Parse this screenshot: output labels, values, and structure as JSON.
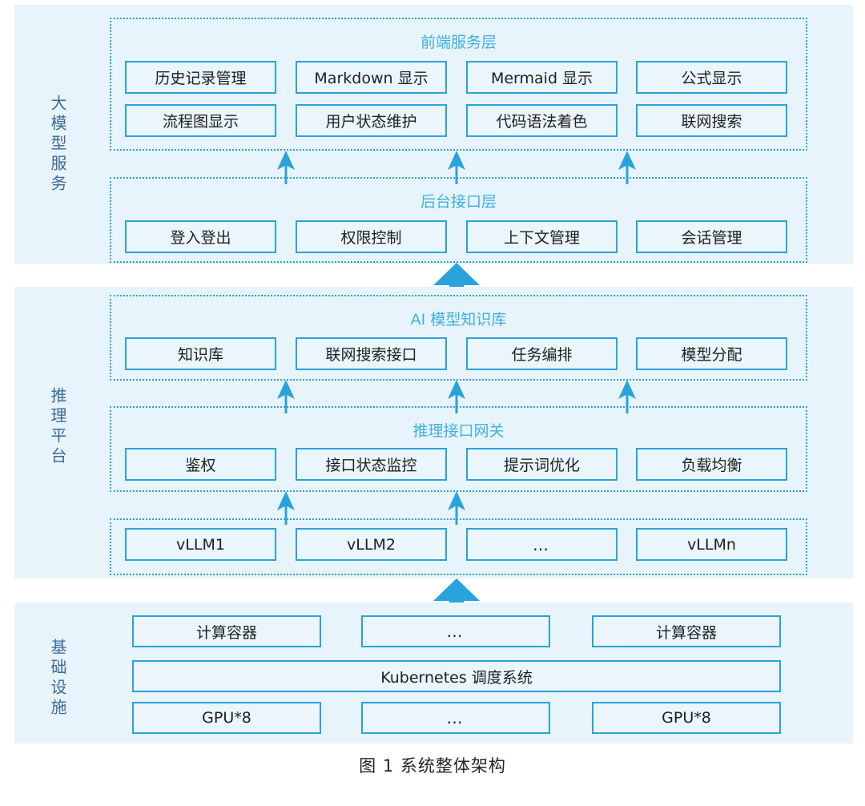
{
  "figure": {
    "caption": "图 1  系统整体架构",
    "accent_color": "#29a3dc",
    "band_color": "#e8f4fb",
    "title_color": "#3fb0e3",
    "band_label_color": "#3c6a9b"
  },
  "bands": [
    {
      "id": "llm",
      "label": "大模型服务"
    },
    {
      "id": "inference",
      "label": "推理平台"
    },
    {
      "id": "infra",
      "label": "基础设施"
    }
  ],
  "groups": {
    "frontend": {
      "title": "前端服务层",
      "row1": [
        "历史记录管理",
        "Markdown 显示",
        "Mermaid 显示",
        "公式显示"
      ],
      "row2": [
        "流程图显示",
        "用户状态维护",
        "代码语法着色",
        "联网搜索"
      ]
    },
    "backend": {
      "title": "后台接口层",
      "row1": [
        "登入登出",
        "权限控制",
        "上下文管理",
        "会话管理"
      ]
    },
    "knowledge_base": {
      "title": "AI 模型知识库",
      "row1": [
        "知识库",
        "联网搜索接口",
        "任务编排",
        "模型分配"
      ]
    },
    "gateway": {
      "title": "推理接口网关",
      "row1": [
        "鉴权",
        "接口状态监控",
        "提示词优化",
        "负载均衡"
      ]
    },
    "vllm": {
      "title": "",
      "row1": [
        "vLLM1",
        "vLLM2",
        "…",
        "vLLMn"
      ]
    },
    "infrastructure": {
      "title": "",
      "containers": [
        "计算容器",
        "…",
        "计算容器"
      ],
      "scheduler": "Kubernetes 调度系统",
      "gpus": [
        "GPU*8",
        "…",
        "GPU*8"
      ]
    }
  },
  "connectors": {
    "thin_arrows": "upward-thin-arrow",
    "block_arrows": "upward-block-arrow"
  }
}
